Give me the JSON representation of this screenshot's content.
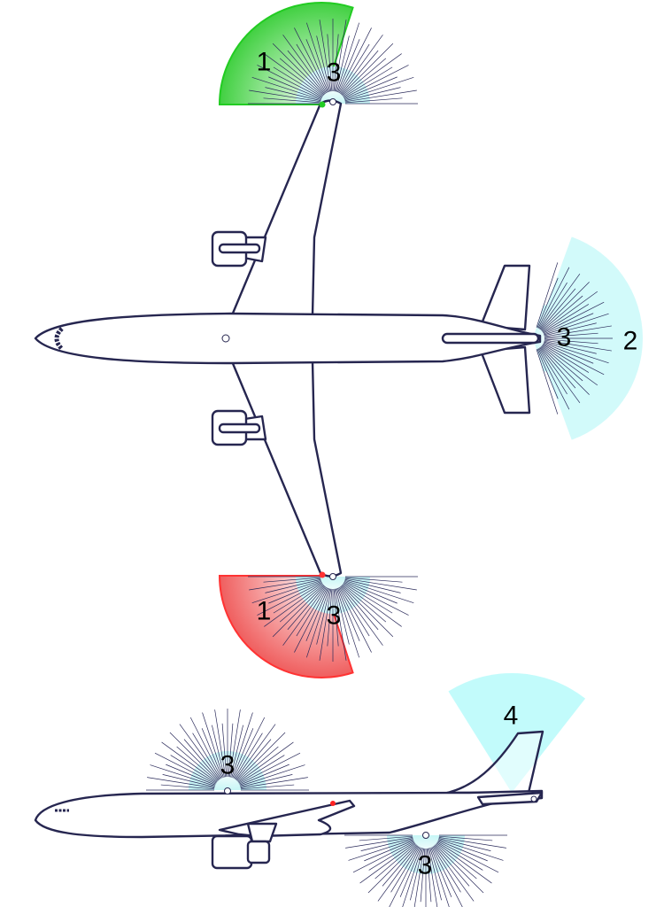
{
  "colors": {
    "port_light": "#22cc22",
    "starboard_light": "#ff3333",
    "white_light": "#cff9f9",
    "anticollision": "#b8f7f7",
    "aircraft_outline": "#262650"
  },
  "top_view": {
    "port_wingtip": {
      "sector_label": "1",
      "white_label": "3"
    },
    "starboard_wingtip": {
      "sector_label": "1",
      "white_label": "3"
    },
    "tail": {
      "white_label": "3",
      "sector_label": "2"
    }
  },
  "side_view": {
    "top_beacon_label": "3",
    "bottom_beacon_label": "3",
    "tail_label": "4"
  }
}
